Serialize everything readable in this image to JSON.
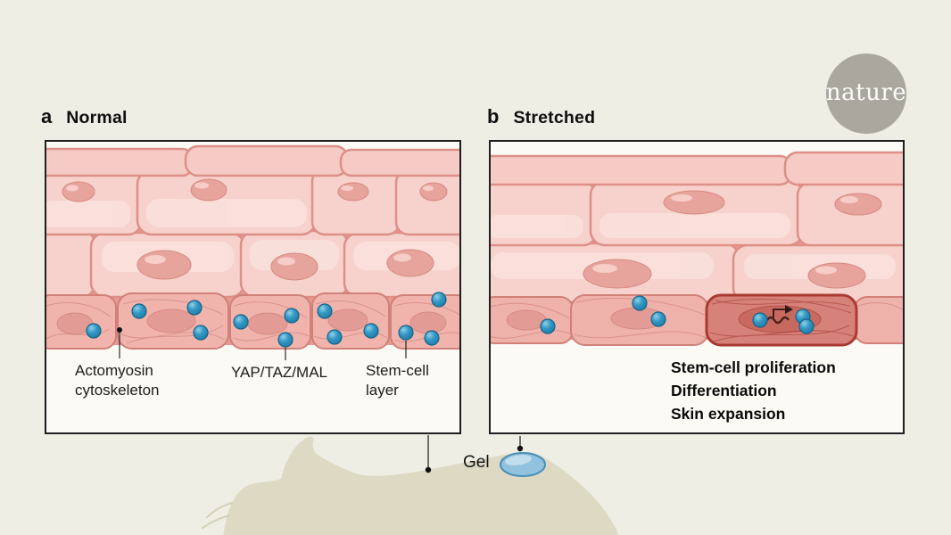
{
  "figure": {
    "background_color": "#efeee4",
    "panel_background": "#fbfaf5",
    "cell_pink": "#f7d2cc",
    "stem_cell_pink": "#f0b4ad",
    "activated_cell_red": "#a93a32",
    "molecule_blue": "#3398c4",
    "gel_blue": "#92c2dd",
    "mouse_beige": "#ddd9c3"
  },
  "logo": {
    "text": "nature"
  },
  "panel_a": {
    "tag": "a",
    "title": "Normal",
    "labels": {
      "actomyosin_line1": "Actomyosin",
      "actomyosin_line2": "cytoskeleton",
      "yap": "YAP/TAZ/MAL",
      "stem_line1": "Stem-cell",
      "stem_line2": "layer"
    }
  },
  "panel_b": {
    "tag": "b",
    "title": "Stretched",
    "outcomes": [
      "Stem-cell proliferation",
      "Differentiation",
      "Skin expansion"
    ]
  },
  "gel_label": "Gel"
}
